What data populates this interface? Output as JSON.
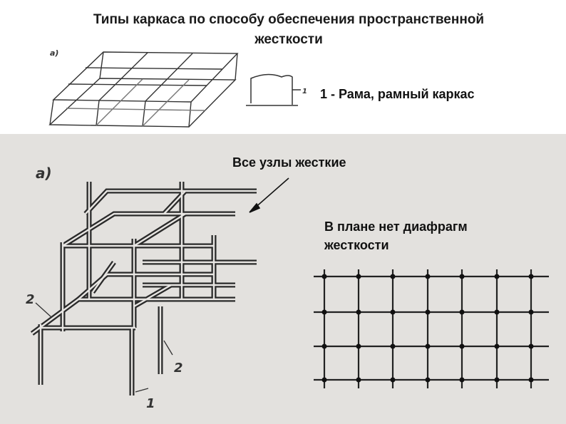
{
  "title": {
    "line1": "Типы каркаса по способу обеспечения пространственной",
    "line2": "жесткости"
  },
  "labels": {
    "frame": "1 - Рама, рамный каркас",
    "rigid_nodes": "Все узлы жесткие",
    "plan_line1": "В плане нет диафрагм",
    "plan_line2": "жесткости"
  },
  "figure_marks": {
    "top_a": "а)",
    "top_1": "1",
    "main_a": "а)",
    "mark_2_left": "2",
    "mark_2_right": "2",
    "mark_1_bottom": "1"
  }
}
